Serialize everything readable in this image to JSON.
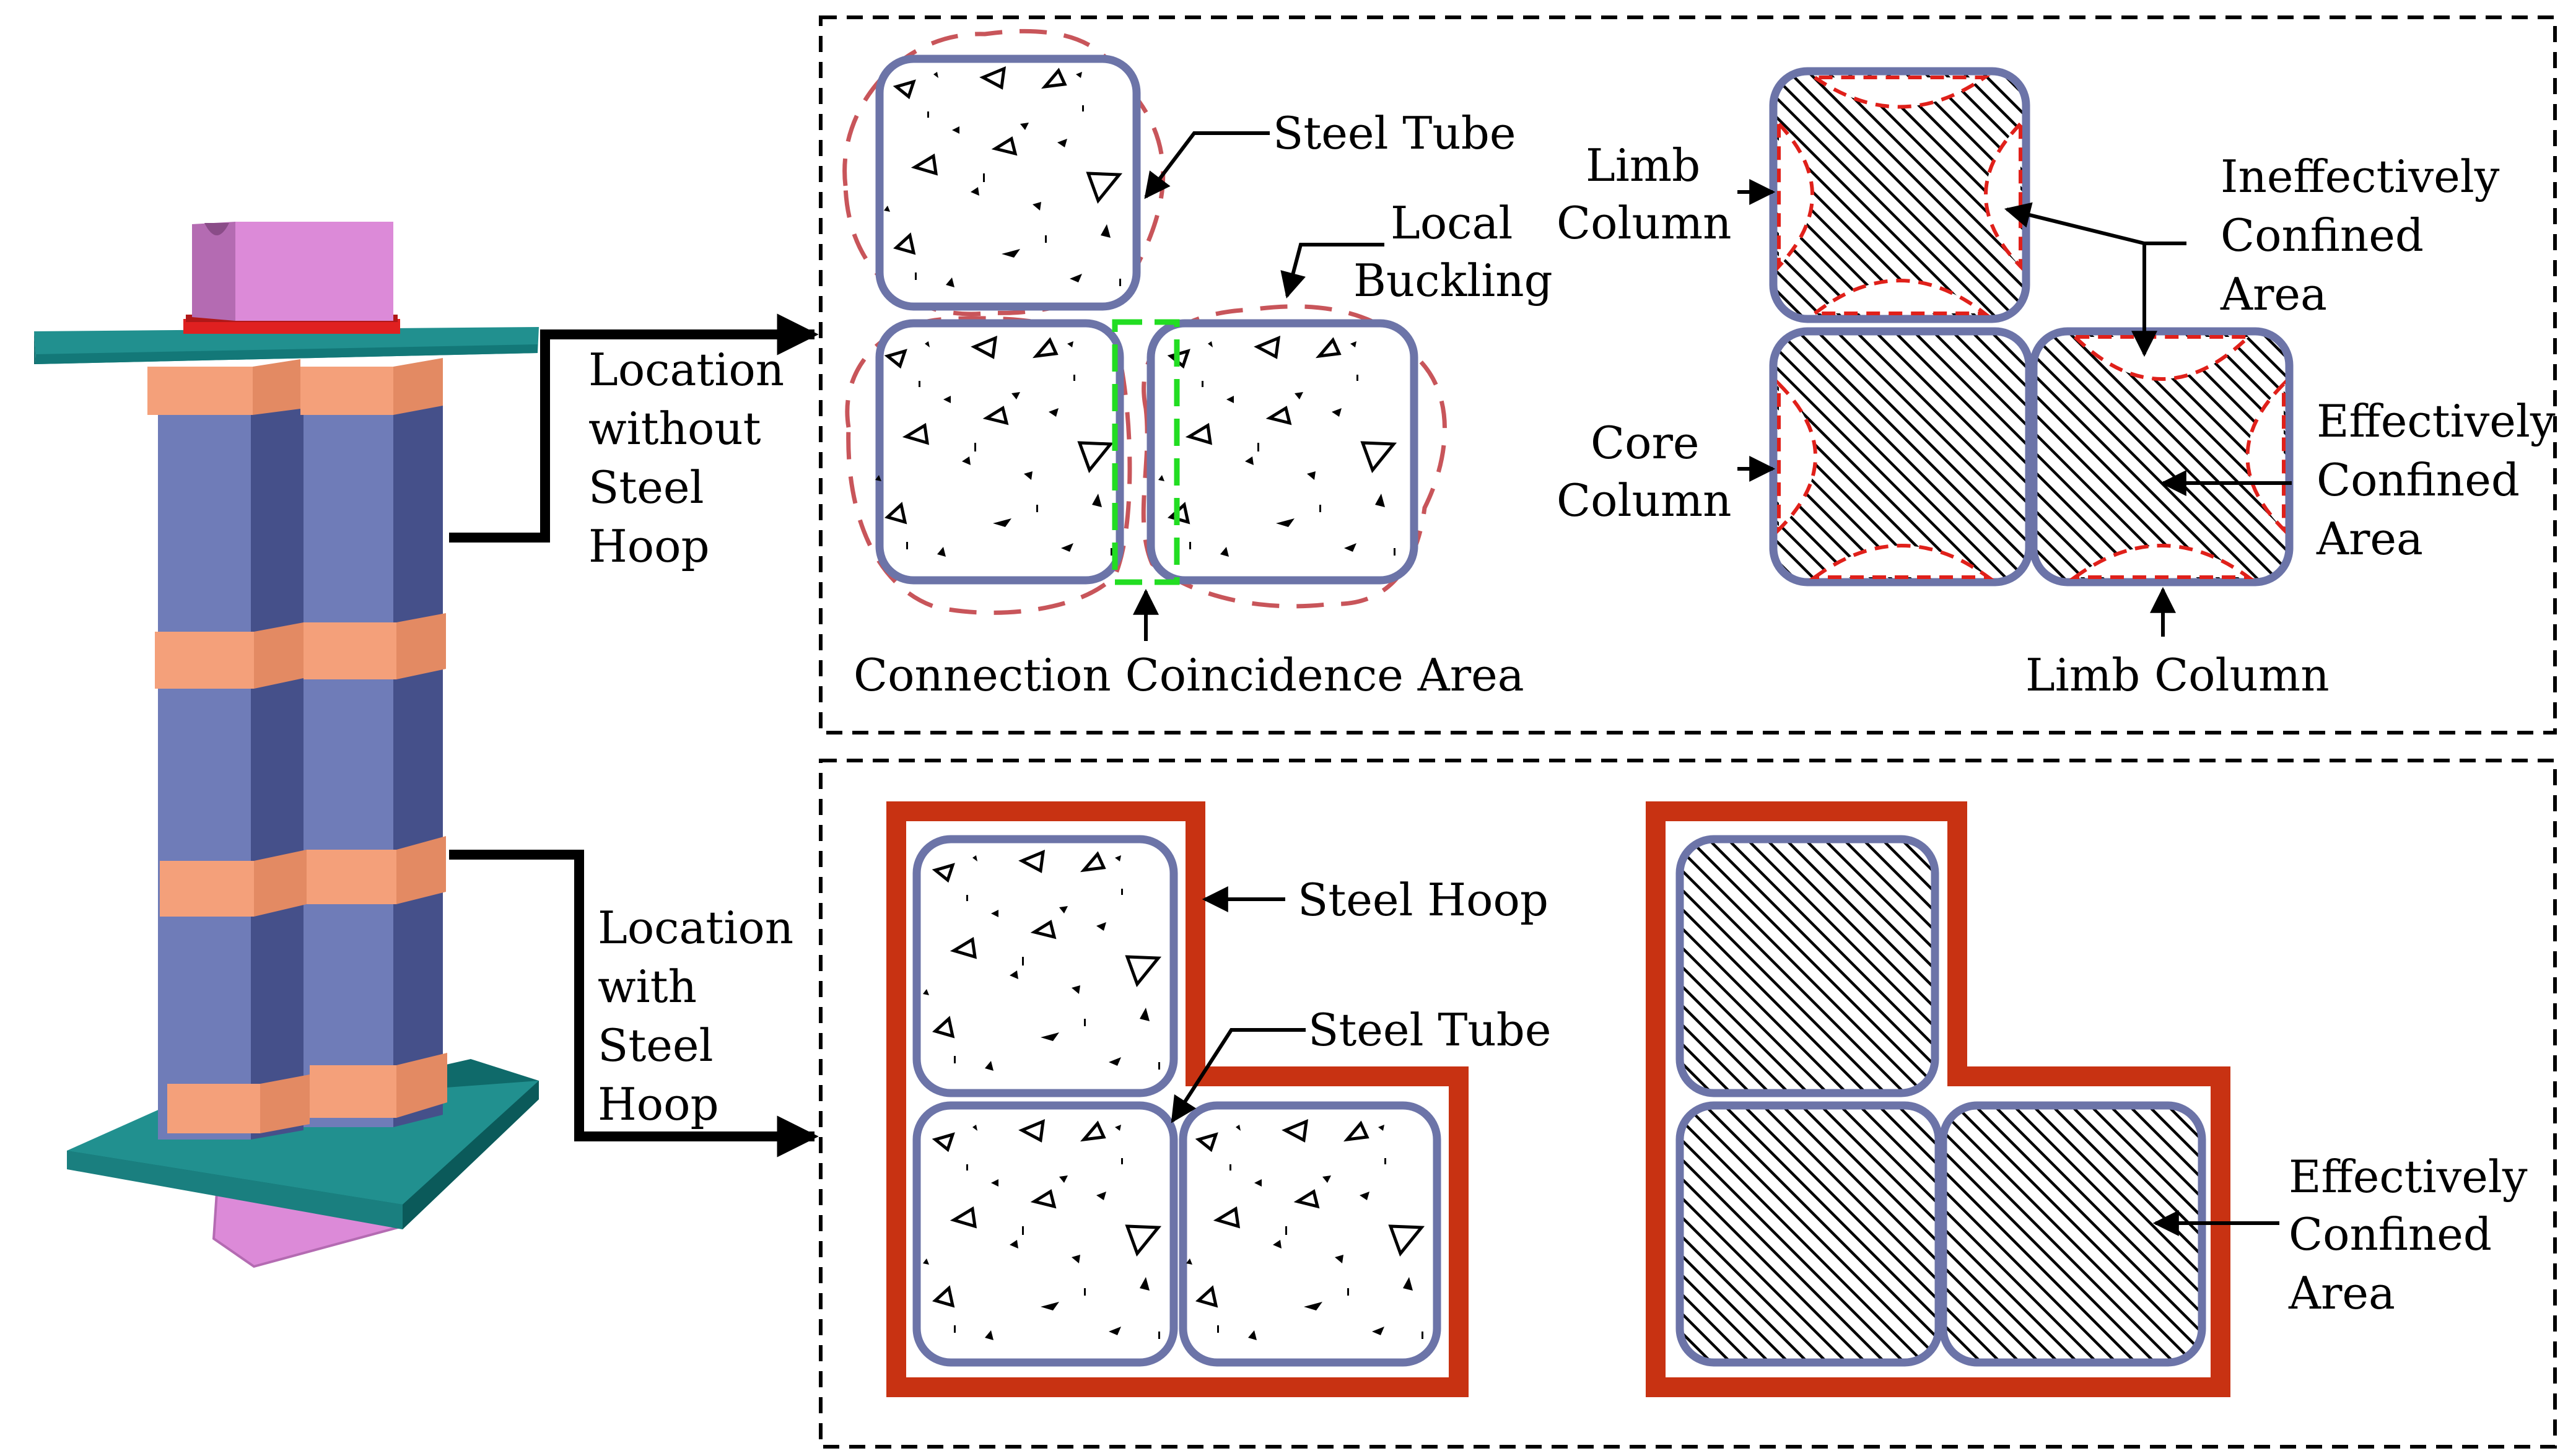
{
  "colors": {
    "tube_stroke": "#6c74a8",
    "column_face": "#6f7cb8",
    "column_side": "#45508a",
    "band_face": "#f4a07a",
    "band_side": "#e38a63",
    "plate_top": "#21908f",
    "plate_side": "#0f6a6a",
    "cap_face": "#dc8ad8",
    "cap_side": "#b46bb2",
    "hoop_red": "#c83212",
    "buckling_dashed": "#c8555a",
    "coincidence_green": "#22dd22",
    "confinement_red": "#e0201a"
  },
  "icons": {
    "arrow": "arrow-icon",
    "concrete": "concrete-aggregate-icon",
    "hatch": "hatch-pattern-icon"
  },
  "labels": {
    "location_without": [
      "Location",
      "without",
      "Steel",
      "Hoop"
    ],
    "location_with": [
      "Location",
      "with",
      "Steel",
      "Hoop"
    ],
    "steel_tube_top": "Steel Tube",
    "local_buckling": [
      "Local",
      "Buckling"
    ],
    "connection_coincidence": "Connection Coincidence Area",
    "limb_column_top": [
      "Limb",
      "Column"
    ],
    "core_column": [
      "Core",
      "Column"
    ],
    "ineffectively_confined": [
      "Ineffectively",
      "Confined",
      "Area"
    ],
    "effectively_confined_top": [
      "Effectively",
      "Confined",
      "Area"
    ],
    "limb_column_bottom": "Limb Column",
    "steel_hoop": "Steel Hoop",
    "steel_tube_bottom": "Steel Tube",
    "effectively_confined_bottom": [
      "Effectively",
      "Confined",
      "Area"
    ]
  }
}
